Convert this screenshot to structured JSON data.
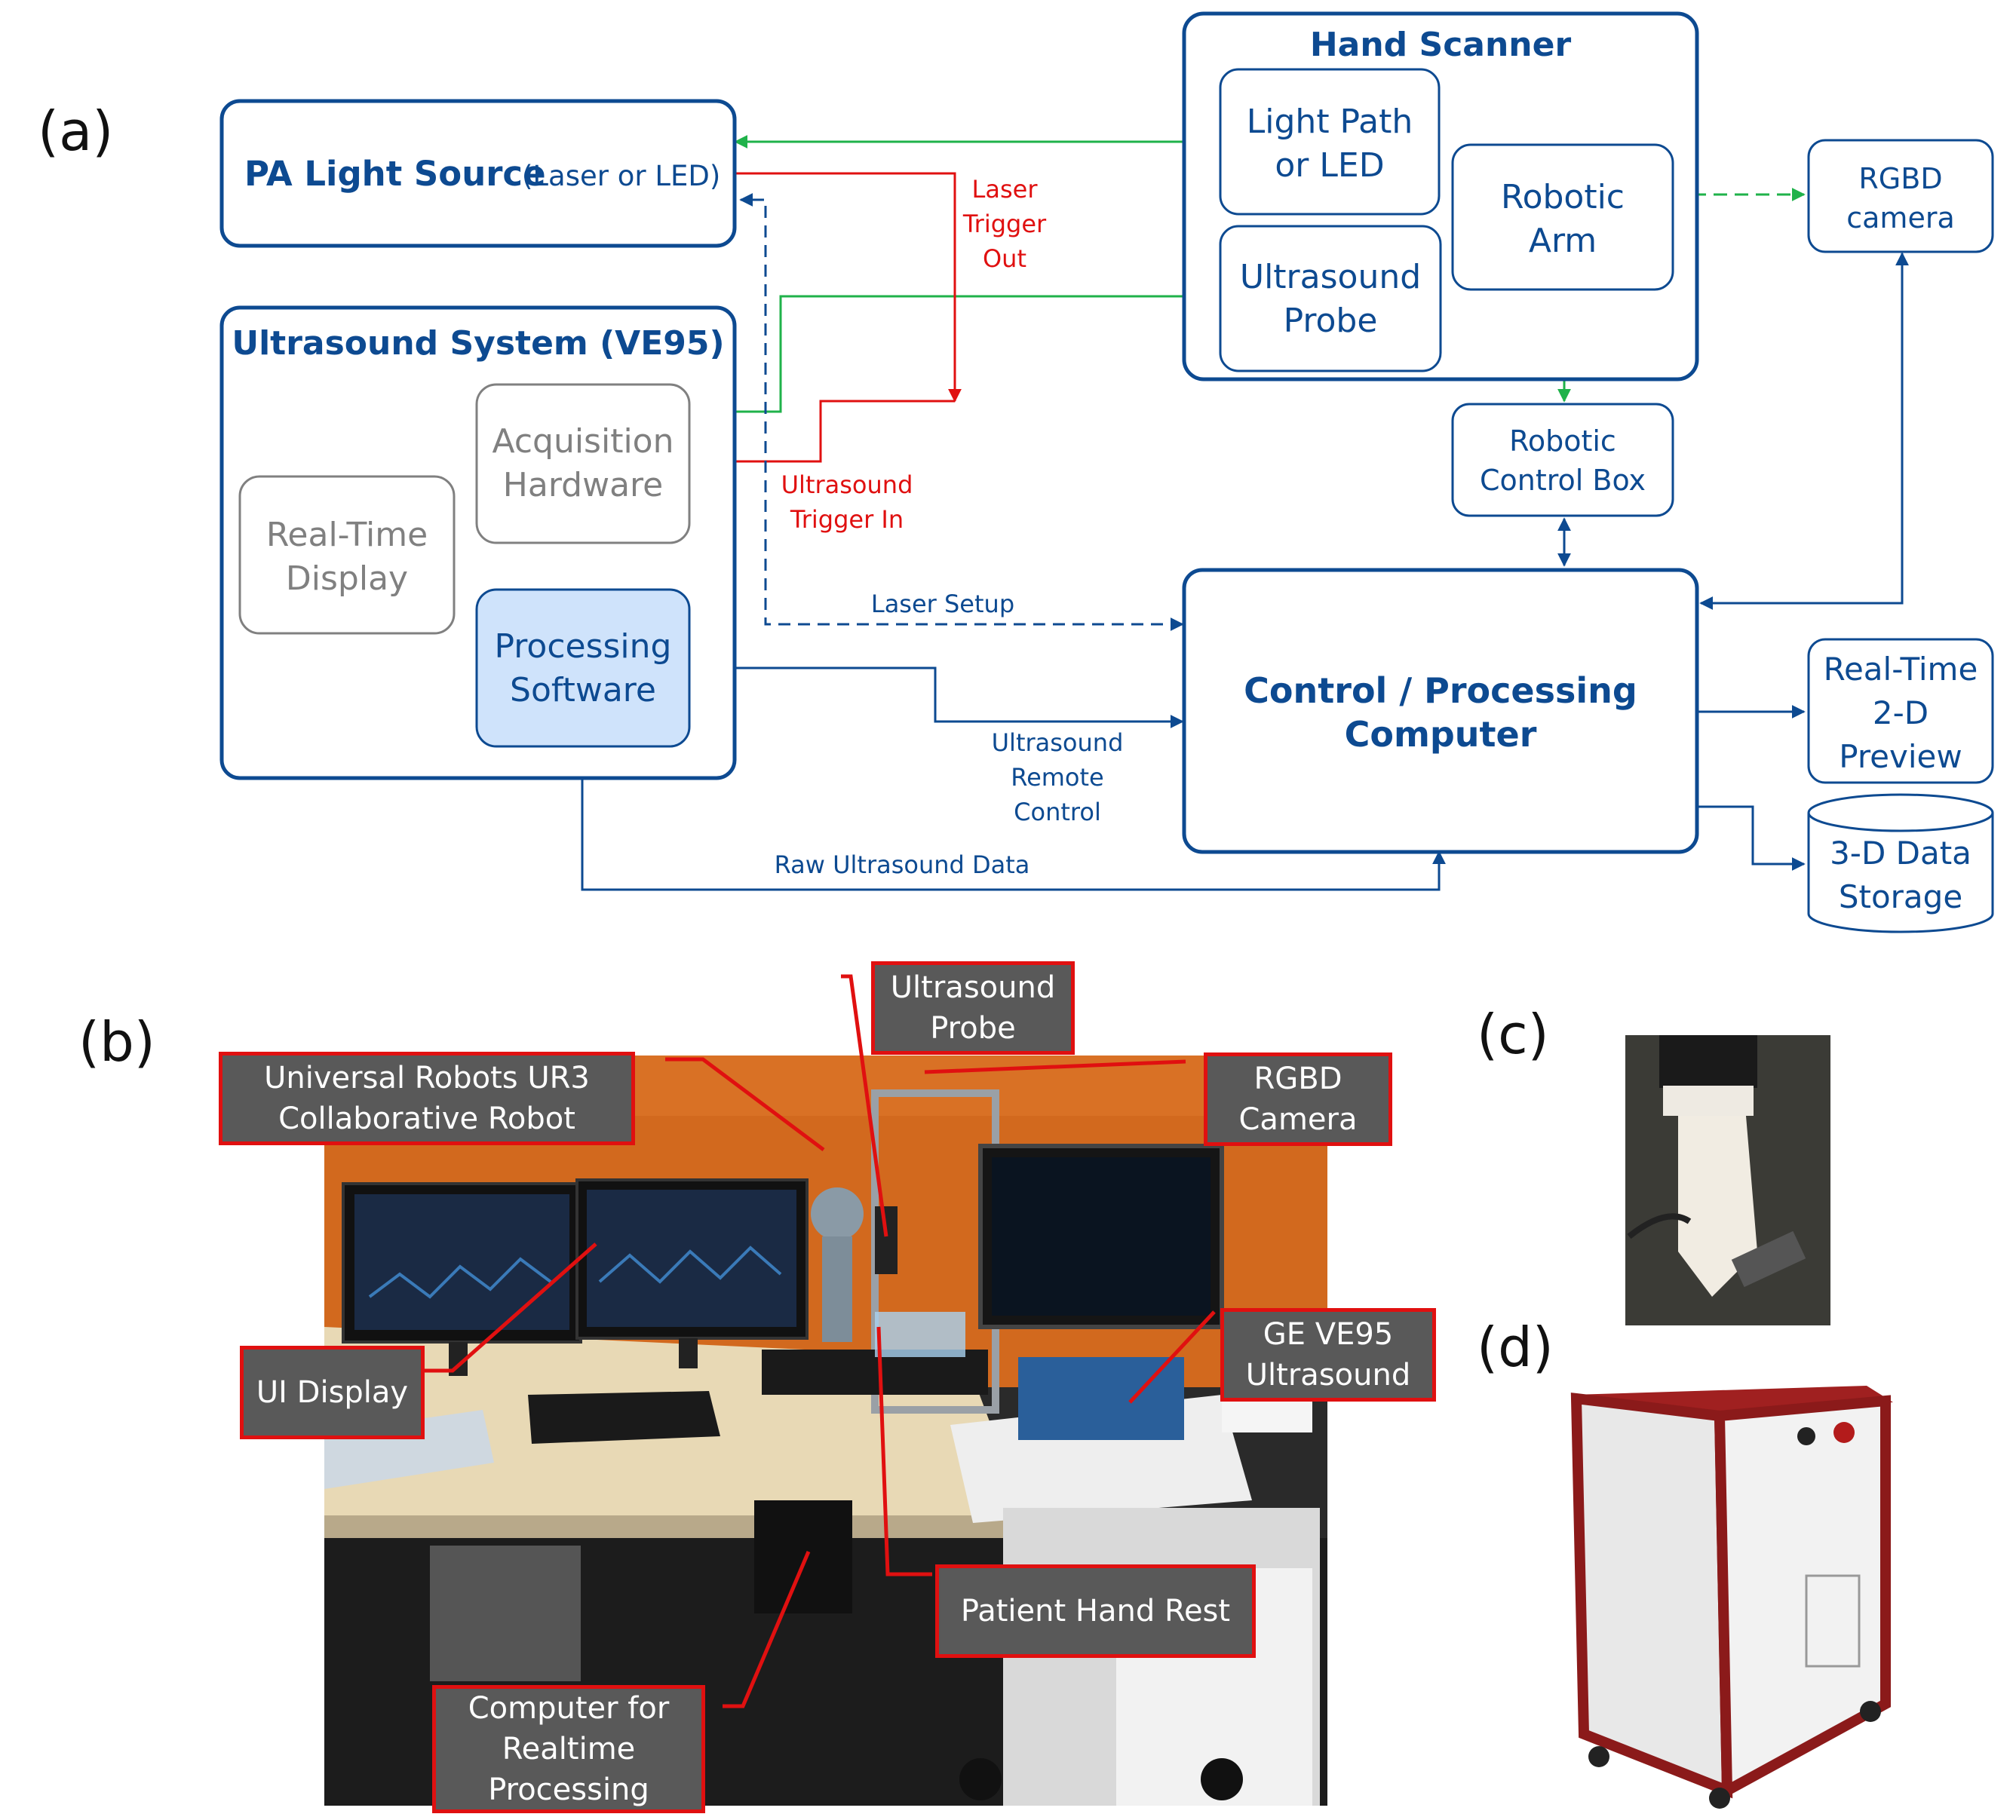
{
  "panels": {
    "a": "(a)",
    "b": "(b)",
    "c": "(c)",
    "d": "(d)"
  },
  "colors": {
    "blue": "#0d4a91",
    "gray": "#808080",
    "green": "#1fb24a",
    "red": "#e01010",
    "processing_fill": "#cfe3fb",
    "callout_fill": "#595959",
    "callout_border": "#e01010",
    "wall_orange": "#d2691e"
  },
  "diagram": {
    "pa_light_source": {
      "title": "PA Light Source",
      "subtitle": "(Laser or LED)"
    },
    "hand_scanner": {
      "title": "Hand Scanner",
      "light_path": [
        "Light Path",
        "or LED"
      ],
      "ultrasound_probe": [
        "Ultrasound",
        "Probe"
      ],
      "robotic_arm": [
        "Robotic",
        "Arm"
      ]
    },
    "rgbd_camera": [
      "RGBD",
      "camera"
    ],
    "ultrasound_system": {
      "title": "Ultrasound System (VE95)",
      "acquisition_hardware": [
        "Acquisition",
        "Hardware"
      ],
      "real_time_display": [
        "Real-Time",
        "Display"
      ],
      "processing_software": [
        "Processing",
        "Software"
      ]
    },
    "robotic_control_box": [
      "Robotic",
      "Control Box"
    ],
    "control_computer": [
      "Control / Processing",
      "Computer"
    ],
    "real_time_preview": [
      "Real-Time",
      "2-D",
      "Preview"
    ],
    "data_storage": [
      "3-D Data",
      "Storage"
    ],
    "labels": {
      "laser_trigger_out": [
        "Laser",
        "Trigger",
        "Out"
      ],
      "ultrasound_trigger_in": [
        "Ultrasound",
        "Trigger In"
      ],
      "laser_setup": "Laser Setup",
      "ultrasound_remote_control": [
        "Ultrasound",
        "Remote",
        "Control"
      ],
      "raw_ultrasound_data": "Raw Ultrasound  Data"
    }
  },
  "photo_callouts": {
    "ultrasound_probe": "Ultrasound\nProbe",
    "ur3_robot": "Universal Robots UR3\nCollaborative Robot",
    "rgbd_camera": "RGBD\nCamera",
    "ui_display": "UI Display",
    "ge_ve95": "GE VE95\nUltrasound",
    "patient_hand_rest": "Patient Hand Rest",
    "computer_realtime": "Computer for\nRealtime\nProcessing"
  }
}
